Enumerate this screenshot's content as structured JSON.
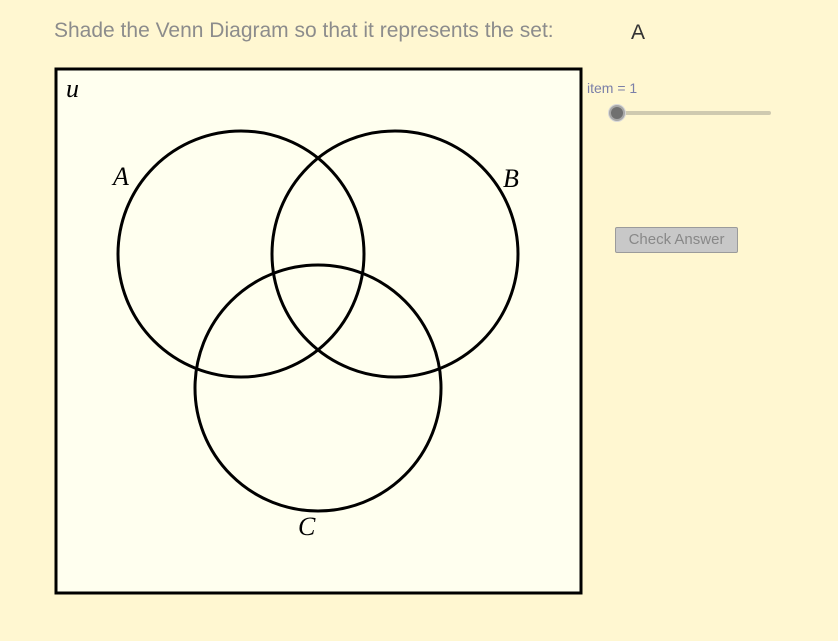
{
  "prompt": {
    "instruction": "Shade the Venn Diagram so that it represents the set:",
    "target_set": "A"
  },
  "venn": {
    "universe_label": "u",
    "set_labels": {
      "a": "A",
      "b": "B",
      "c": "C"
    }
  },
  "controls": {
    "slider": {
      "label": "item = 1",
      "value": 1
    },
    "check_button_label": "Check Answer"
  },
  "colors": {
    "background": "#fff7d1",
    "universe_fill": "#ffffef",
    "outline": "#000000",
    "button_fill": "#c8c8c8",
    "button_text": "#888888"
  }
}
